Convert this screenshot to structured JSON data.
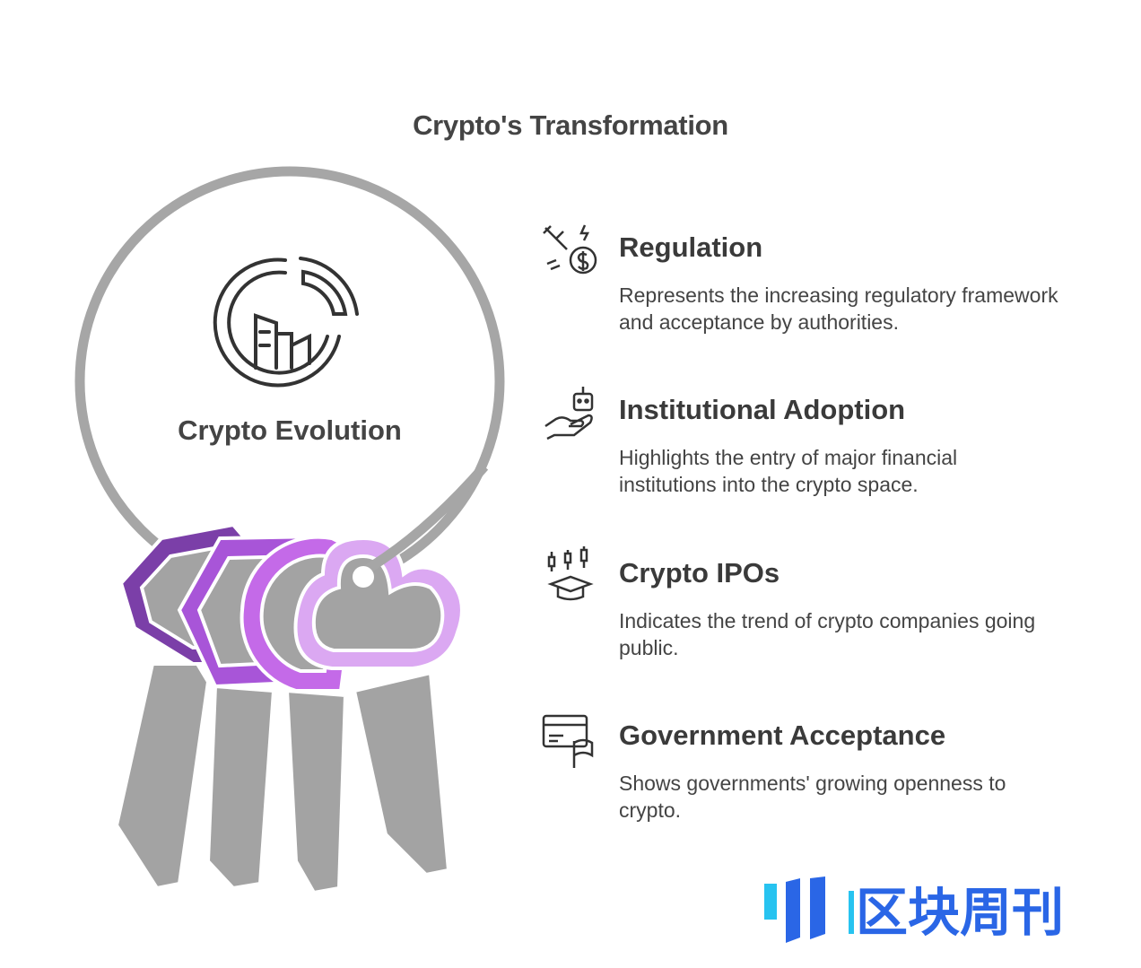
{
  "title": "Crypto's Transformation",
  "center_label": "Crypto Evolution",
  "items": [
    {
      "title": "Regulation",
      "description": "Represents the increasing regulatory framework and acceptance by authorities.",
      "icon": "regulation-money-icon"
    },
    {
      "title": "Institutional Adoption",
      "description": "Highlights the entry of major financial institutions into the crypto space.",
      "icon": "robot-hand-icon"
    },
    {
      "title": "Crypto IPOs",
      "description": "Indicates the trend of crypto companies going public.",
      "icon": "graduation-candlestick-icon"
    },
    {
      "title": "Government Acceptance",
      "description": "Shows governments' growing openness to crypto.",
      "icon": "card-flag-icon"
    }
  ],
  "watermark": "区块周刊",
  "colors": {
    "ring": "#a6a6a6",
    "key": "#a3a3a3",
    "tag1": "#7b3fa8",
    "tag2": "#a855d8",
    "tag3": "#c46ae8",
    "tag4": "#dba8f2",
    "logo": "#2a66e6",
    "logo_accent": "#27c3f0"
  }
}
